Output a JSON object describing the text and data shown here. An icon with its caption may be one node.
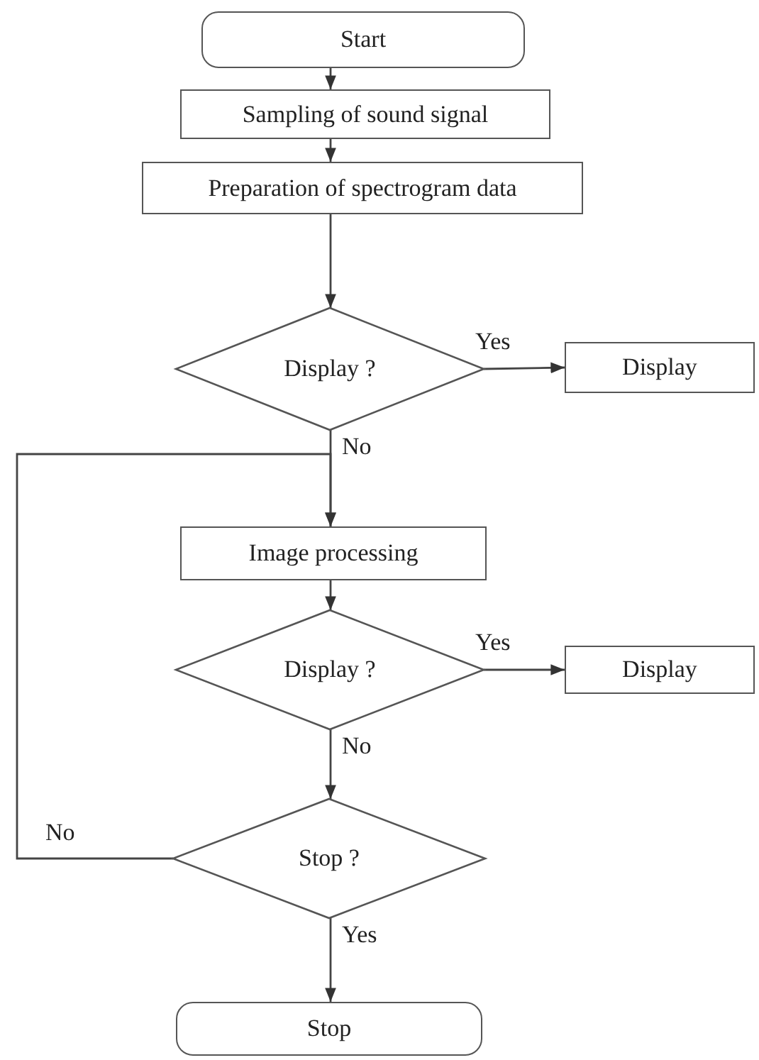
{
  "diagram": {
    "nodes": [
      {
        "text": [
          "Start"
        ]
      },
      {
        "text": [
          "Sampling of sound signal"
        ]
      },
      {
        "text": [
          "Preparation of spectrogram data"
        ]
      },
      {
        "text": [
          "Display ?"
        ]
      },
      {
        "text": [
          "Display"
        ]
      },
      {
        "text": [
          "Image processing"
        ]
      },
      {
        "text": [
          "Display ?"
        ]
      },
      {
        "text": [
          "Display"
        ]
      },
      {
        "text": [
          "Stop ?"
        ]
      },
      {
        "text": [
          "Stop"
        ]
      }
    ],
    "edges": [
      {
        "from": 0,
        "to": 1,
        "arrow": "to"
      },
      {
        "from": 1,
        "to": 2,
        "arrow": "to"
      },
      {
        "from": 2,
        "to": 3,
        "arrow": "to"
      },
      {
        "from": 3,
        "to": 4,
        "arrow": "to",
        "label": "Yes"
      },
      {
        "from": 3,
        "to": 5,
        "arrow": "to",
        "label": "No"
      },
      {
        "from": 5,
        "to": 6,
        "arrow": "to"
      },
      {
        "from": 6,
        "to": 7,
        "arrow": "to",
        "label": "Yes"
      },
      {
        "from": 6,
        "to": 8,
        "arrow": "to",
        "label": "No"
      },
      {
        "from": 8,
        "to": 5,
        "arrow": "to",
        "label": "No"
      },
      {
        "from": 8,
        "to": 9,
        "arrow": "to",
        "label": "Yes"
      }
    ]
  }
}
